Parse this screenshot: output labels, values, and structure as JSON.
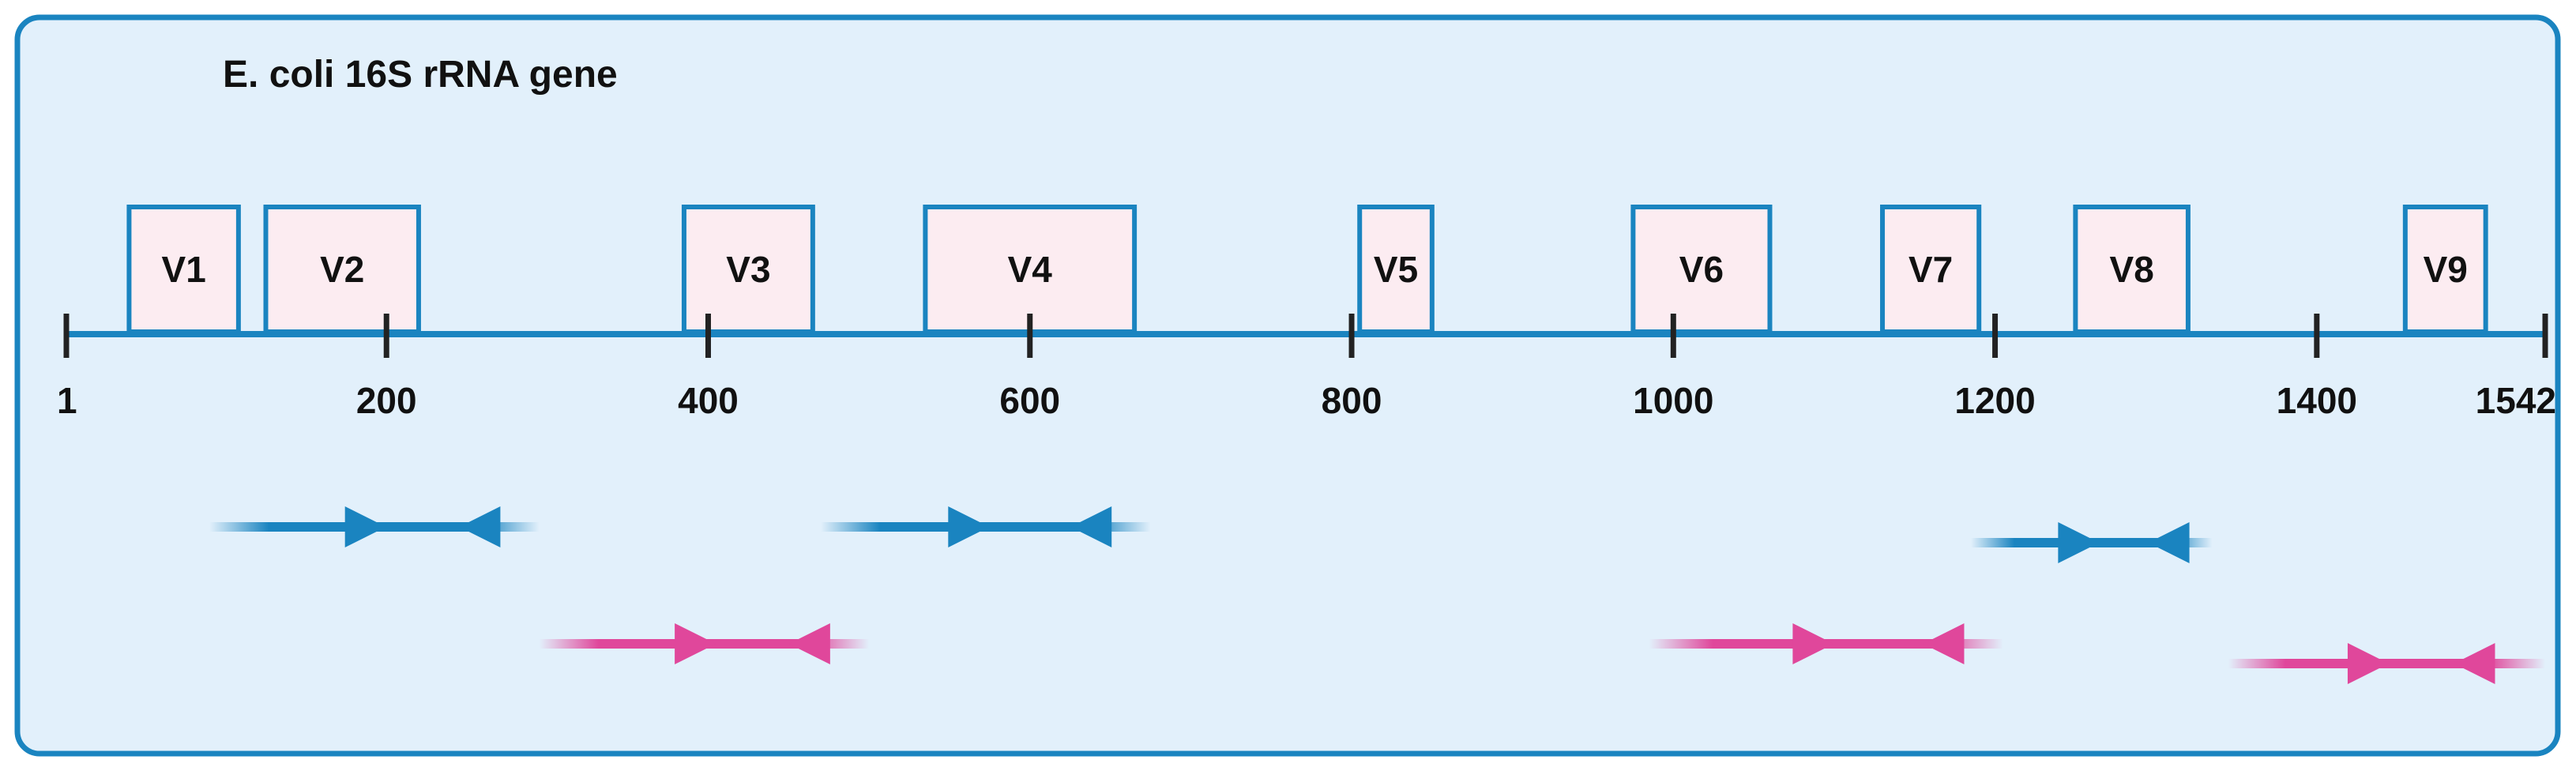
{
  "title": "E. coli 16S rRNA gene",
  "colors": {
    "panel_fill": "#e2f0fb",
    "panel_border": "#1a84c0",
    "axis": "#1a84c0",
    "tick": "#222222",
    "region_fill": "#fcecf1",
    "region_border": "#1a84c0",
    "primer_blue": "#1a84c0",
    "primer_pink": "#e0479b"
  },
  "axis": {
    "min": 1,
    "max": 1542,
    "ticks": [
      {
        "value": 1,
        "label": "1"
      },
      {
        "value": 200,
        "label": "200"
      },
      {
        "value": 400,
        "label": "400"
      },
      {
        "value": 600,
        "label": "600"
      },
      {
        "value": 800,
        "label": "800"
      },
      {
        "value": 1000,
        "label": "1000"
      },
      {
        "value": 1200,
        "label": "1200"
      },
      {
        "value": 1400,
        "label": "1400"
      },
      {
        "value": 1542,
        "label": "1542"
      }
    ]
  },
  "regions": [
    {
      "label": "V1",
      "start": 40,
      "end": 108
    },
    {
      "label": "V2",
      "start": 125,
      "end": 220
    },
    {
      "label": "V3",
      "start": 385,
      "end": 465
    },
    {
      "label": "V4",
      "start": 535,
      "end": 665
    },
    {
      "label": "V5",
      "start": 805,
      "end": 850
    },
    {
      "label": "V6",
      "start": 975,
      "end": 1060
    },
    {
      "label": "V7",
      "start": 1130,
      "end": 1190
    },
    {
      "label": "V8",
      "start": 1250,
      "end": 1320
    },
    {
      "label": "V9",
      "start": 1455,
      "end": 1505
    }
  ],
  "amplicons": [
    {
      "color": "blue",
      "start": 90,
      "end": 295,
      "forward_primer": 185,
      "reverse_primer": 260,
      "row": 1
    },
    {
      "color": "pink",
      "start": 295,
      "end": 500,
      "forward_primer": 390,
      "reverse_primer": 465,
      "row": 2
    },
    {
      "color": "blue",
      "start": 470,
      "end": 675,
      "forward_primer": 560,
      "reverse_primer": 640,
      "row": 1
    },
    {
      "color": "pink",
      "start": 985,
      "end": 1205,
      "forward_primer": 1085,
      "reverse_primer": 1170,
      "row": 2
    },
    {
      "color": "blue",
      "start": 1185,
      "end": 1335,
      "forward_primer": 1250,
      "reverse_primer": 1310,
      "row": 1
    },
    {
      "color": "pink",
      "start": 1345,
      "end": 1542,
      "forward_primer": 1430,
      "reverse_primer": 1500,
      "row": 2
    }
  ]
}
